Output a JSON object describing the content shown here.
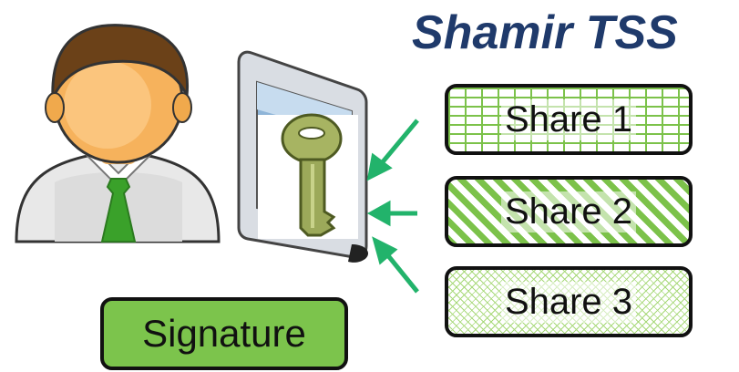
{
  "title": "Shamir TSS",
  "shares": [
    {
      "label": "Share 1"
    },
    {
      "label": "Share 2"
    },
    {
      "label": "Share 3"
    }
  ],
  "signature": "Signature",
  "icons": [
    "user-avatar-icon",
    "phone-device-icon",
    "key-icon",
    "arrow-icon"
  ],
  "colors": {
    "title": "#1f3a6b",
    "share_green": "#7cc24a",
    "signature_green": "#7cc44c",
    "arrow": "#22b36b"
  }
}
